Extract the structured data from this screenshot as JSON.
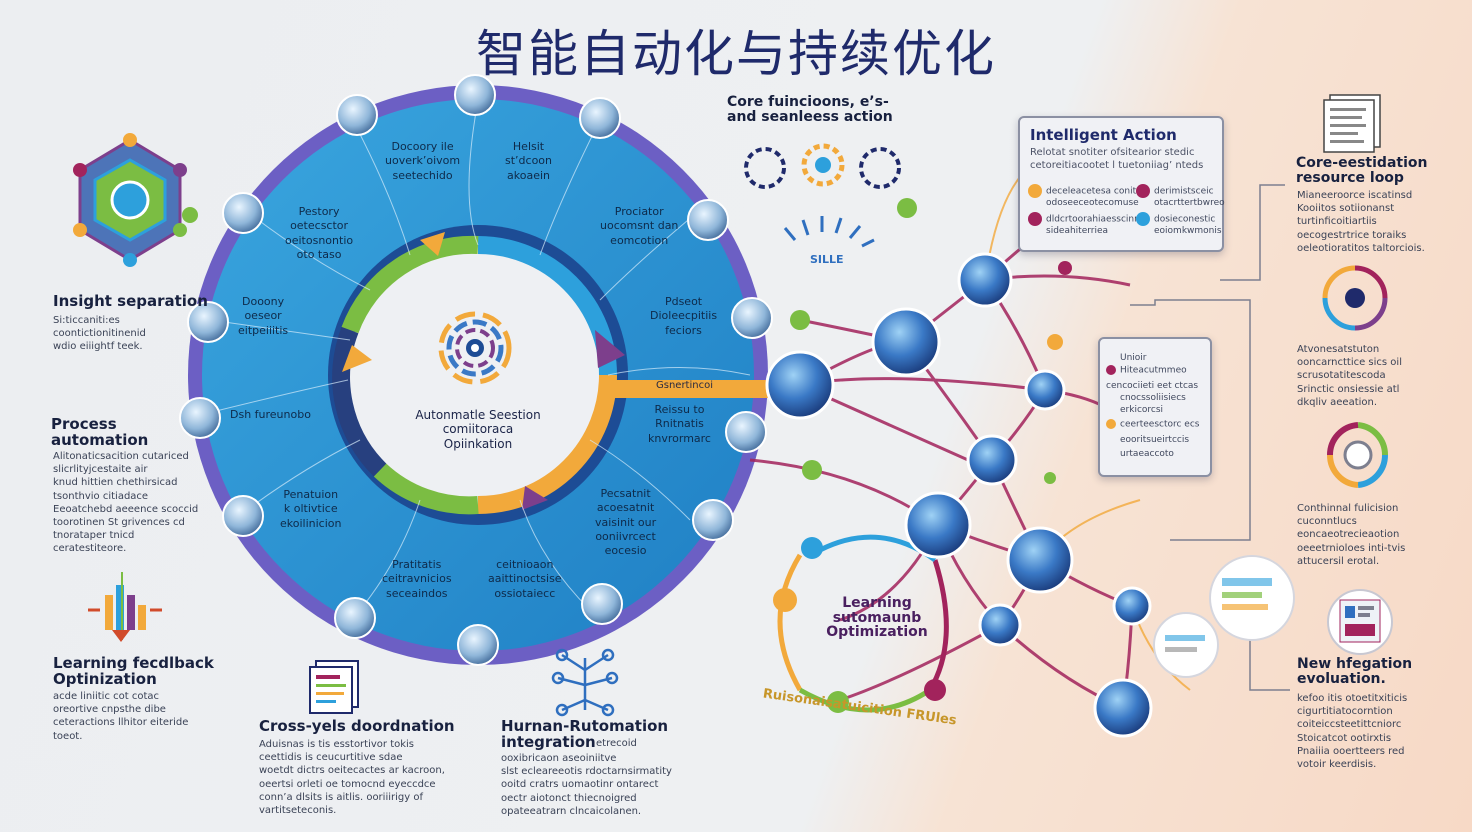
{
  "title": "智能自动化与持续优化",
  "colors": {
    "ring_outer": "#6f63c8",
    "ring_main": "#2f9bd6",
    "ring_inner_dark": "#1d3f88",
    "accent_orange": "#f2a93b",
    "accent_green": "#7bbd43",
    "accent_purple": "#7d3f8c",
    "network_line": "#a2235c",
    "node_blue": "#2f6fbf",
    "title": "#1f2a6b"
  },
  "left": {
    "insight": {
      "heading": "Insight separation",
      "body": [
        "Si:ticcaniti:es",
        "coontictionitinenid",
        "wdio eiiightf teek."
      ]
    },
    "process": {
      "heading": [
        "Process",
        "automation"
      ],
      "body": [
        "Alitonaticsacition cutariced",
        "slicrlityjcestaite air",
        "knud hittien chethirsicad",
        "tsonthvio citiadace",
        "Eeoatchebd aeeence scoccid",
        "toorotinen St grivences cd",
        "tnorataper tnicd",
        "ceratestiteore."
      ]
    },
    "learning": {
      "heading": [
        "Learning fecdlback",
        "Optinization"
      ],
      "body": [
        "acde liniitic cot cotac",
        "oreortive cnpsthe dibe",
        "ceteractions llhitor eiteride",
        "toeot."
      ]
    }
  },
  "ring": {
    "segments": [
      [
        "Docoory ile",
        "uoverk’oivom",
        "seetechido"
      ],
      [
        "Helsit",
        "st’dcoon",
        "akoaein"
      ],
      [
        "Prociator",
        "uocomsnt dan",
        "eomcotion"
      ],
      [
        "Pdseot",
        "Dioleecpitiis",
        "feciors"
      ],
      [
        "Reissu to",
        "Rnitnatis",
        "knvrormarc"
      ],
      [
        "Pecsatnit",
        "acoesatnit",
        "vaisinit our",
        "ooniivrcect",
        "eocesio"
      ],
      [
        "ceitnioaon",
        "aaittinoctsise",
        "ossiotaiecc"
      ],
      [
        "Pratitatis",
        "ceitravnicios",
        "seceaindos"
      ],
      [
        "Penatuion",
        "k oltivtice",
        "ekoilinicion"
      ],
      [
        "Dsh fureunobo"
      ],
      [
        "Dooony",
        "oeseor",
        "eitpeiiitis"
      ],
      [
        "Pestory",
        "oetecsctor",
        "oeitosnontio",
        "oto taso"
      ]
    ],
    "arc_tag": "Gsnertincoi",
    "center": [
      "Autonmatle Seestion",
      "comiitoraca",
      "Opiinkation"
    ]
  },
  "bottom": {
    "cross": {
      "heading": "Cross-yels doordnation",
      "body": [
        "Aduisnas is tis esstortivor tokis",
        "ceettidis is ceucurtitive sdae",
        "woetdt dictrs oeitecactes ar kacroon,",
        "oeertsi orleti oe tomocnd eyeccdce",
        "conn’a dlsits is aitlis. ooriiirigy of",
        "vartitseteconis."
      ]
    },
    "human": {
      "heading": [
        "Hurnan-Rutomation",
        "integration"
      ],
      "side_note": "etrecoid",
      "body": [
        "ooxibricaon aseoiniitve",
        "slst ecleareeotis rdoctarnsirmatity",
        "ooitd cratrs uomaotinr ontarect",
        "oectr aiotonct thiecnoigred",
        "opateeatrarn clncaicolanen."
      ]
    }
  },
  "top_mid": [
    "Core fuincioons, e’s-",
    "and seanleess action"
  ],
  "sille": "SILLE",
  "intelligent_panel": {
    "title": "Intelligent Action",
    "sub": [
      "Relotat snotiter ofsitearior stedic",
      "cetoreitiacootet l tuetoniiag’ nteds"
    ],
    "rows": [
      "deceleacetesa coniter",
      "odoseeceotecomuse",
      "dldcrtoorahiaesscinna",
      "sideahiterriea",
      "derimistsceic",
      "otacrttertbwreo",
      "dosieconestic",
      "eoiomkwmonis"
    ]
  },
  "mid_panel": {
    "rows": [
      "Unioir",
      "Hiteacutmmeo",
      "cencociieti eet ctcas",
      "cnocssoliisiecs",
      "erkicorcsi",
      "ceerteesctorc ecs",
      "eooritsueirtccis",
      "urtaeaccoto"
    ]
  },
  "learning_center": [
    "Learning",
    "sutomaunb",
    "Optimization"
  ],
  "rules_arc": "Ruisonaisatuicition FRUles",
  "right": {
    "core": {
      "heading": [
        "Core-eestidation",
        "resource loop"
      ],
      "body": [
        "Mianeeroorce iscatinsd",
        "Kooiitos sotiionanst",
        "turtinficoitiartiis",
        "oecogestrtrice toraiks",
        "oeleotioratitos taltorciois."
      ]
    },
    "auto": {
      "body": [
        "Atvonesatstuton",
        "ooncarncttice sics oil",
        "scrusotatitescoda",
        "Srinctic onsiessie atl",
        "dkqliv aeeation."
      ]
    },
    "contin": {
      "body": [
        "Conthinnal fulicision",
        "cuconntlucs",
        "eoncaeotrecieaotion",
        "oeeetrnioloes inti-tvis",
        "attucersil erotal."
      ]
    },
    "new": {
      "heading": [
        "New hfegation",
        "evoluation."
      ],
      "body": [
        "kefoo itis otoetitxiticis",
        "cigurtitiatocorntion",
        "coiteiccsteetittcniorc",
        "Stoicatcot ootirxtis",
        "Pnaiiia ooertteers red",
        "votoir keerdisis."
      ]
    }
  }
}
